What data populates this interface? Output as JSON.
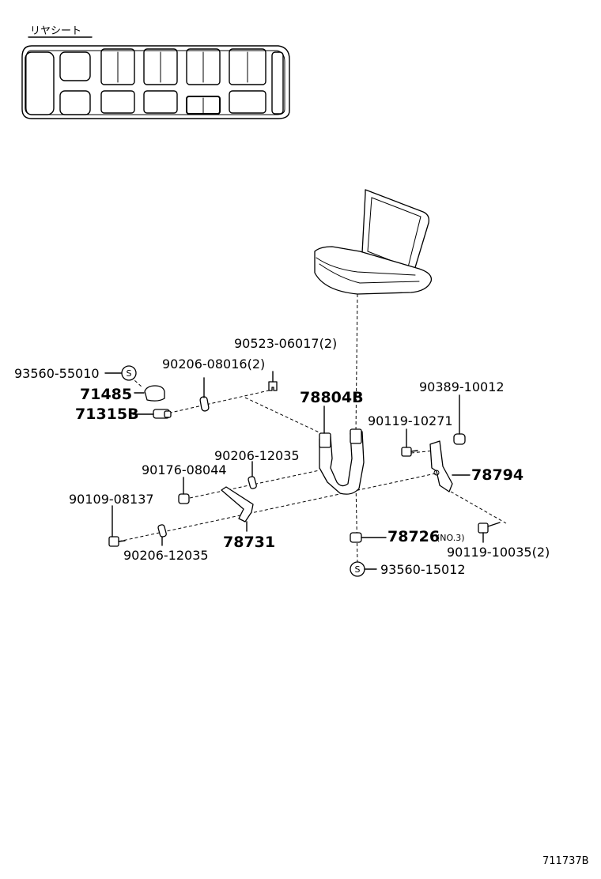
{
  "header": {
    "label": "リヤシート"
  },
  "labels": {
    "p90523": "90523-06017(2)",
    "p93560a": "93560-55010",
    "p90206a": "90206-08016(2)",
    "p71485": "71485",
    "p71315": "71315B",
    "p78804": "78804B",
    "p90389": "90389-10012",
    "p90119a": "90119-10271",
    "p90206b": "90206-12035",
    "p90176": "90176-08044",
    "p78794": "78794",
    "p90109": "90109-08137",
    "p78731": "78731",
    "p90206c": "90206-12035",
    "p78726": "78726",
    "p78726_note": "(NO.3)",
    "p90119b": "90119-10035(2)",
    "p93560b": "93560-15012"
  },
  "symbols": {
    "standard_part": "S"
  },
  "footer": {
    "code": "711737B"
  }
}
